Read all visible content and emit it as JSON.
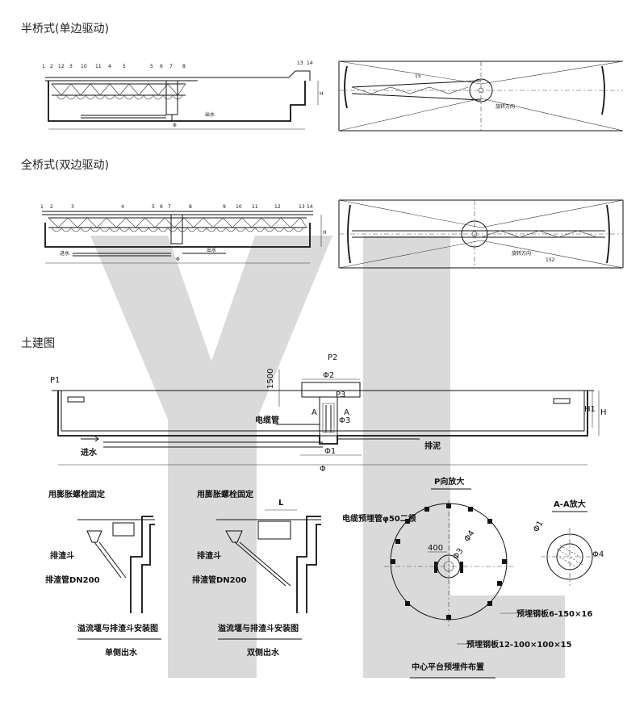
{
  "sections": {
    "half_bridge": "半桥式(单边驱动)",
    "full_bridge": "全桥式(双边驱动)",
    "civil": "土建图"
  },
  "half_bridge_numbers": [
    "1",
    "2",
    "12",
    "3",
    "10",
    "11",
    "4",
    "5",
    "5",
    "6",
    "7",
    "8",
    "13",
    "14"
  ],
  "full_bridge_numbers": [
    "1",
    "2",
    "3",
    "4",
    "5",
    "6",
    "7",
    "8",
    "9",
    "10",
    "11",
    "12",
    "13",
    "14"
  ],
  "small_labels": {
    "outflow": "出水",
    "inflow": "进水",
    "rotation_dir": "旋转方向",
    "h": "H",
    "phi": "Φ",
    "plan_mark_15": "15",
    "plan_mark_152": "152"
  },
  "civil_labels": {
    "p1": "P1",
    "p2": "P2",
    "p3": "P3",
    "dim_1500": "1500",
    "phi2": "Φ2",
    "phi3": "Φ3",
    "phi1": "Φ1",
    "phi": "Φ",
    "h": "H",
    "h1": "H1",
    "a": "A",
    "cable_pipe": "电缆管",
    "inlet": "进水",
    "discharge": "排泥"
  },
  "detail_left": {
    "anchor_note": "用膨胀螺栓固定",
    "hopper": "排渣斗",
    "pipe": "排渣管DN200",
    "title": "溢流堰与排渣斗安装图",
    "subtitle": "单侧出水"
  },
  "detail_right": {
    "anchor_note": "用膨胀螺栓固定",
    "hopper": "排渣斗",
    "pipe": "排渣管DN200",
    "title": "溢流堰与排渣斗安装图",
    "subtitle": "双侧出水",
    "l": "L"
  },
  "p_view": {
    "title": "P向放大",
    "cable_note": "电缆预埋管φ50二根",
    "dim_400": "400",
    "phi4": "Φ4",
    "phi3": "Φ3",
    "plate_6": "预埋钢板6-150×16",
    "plate_12": "预埋钢板12-100×100×15",
    "caption": "中心平台预埋件布置"
  },
  "aa_view": {
    "title": "A-A放大",
    "phi1": "Φ1",
    "phi4": "Φ4"
  },
  "watermark": "YL",
  "colors": {
    "watermark": "#d9d9d9",
    "ink": "#111111"
  }
}
